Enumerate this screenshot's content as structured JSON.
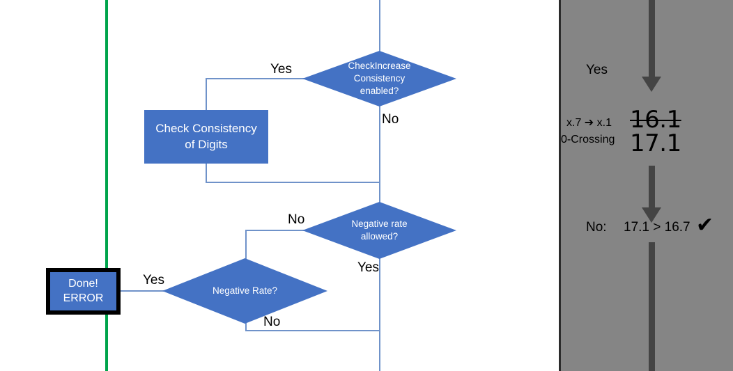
{
  "flowchart": {
    "decisions": [
      {
        "id": "check-increase-consistency",
        "line1": "CheckIncrease",
        "line2": "Consistency",
        "line3": "enabled?"
      },
      {
        "id": "negative-rate-allowed",
        "line1": "Negative rate",
        "line2": "allowed?"
      },
      {
        "id": "negative-rate",
        "line1": "Negative Rate?"
      }
    ],
    "processes": [
      {
        "id": "check-consistency-of-digits",
        "line1": "Check Consistency",
        "line2": "of Digits"
      },
      {
        "id": "done-error",
        "line1": "Done!",
        "line2": "ERROR"
      }
    ],
    "edge_labels": {
      "yes_check_increase": "Yes",
      "no_check_increase": "No",
      "no_negative_rate_allowed": "No",
      "yes_negative_rate_allowed": "Yes",
      "yes_negative_rate": "Yes",
      "no_negative_rate": "No"
    },
    "colors": {
      "shape_fill": "#4472C4",
      "connector": "#6f92c9",
      "marker_line": "#00A44B",
      "shape_text": "#FFFFFF"
    }
  },
  "panel": {
    "yes_label": "Yes",
    "rule_line1": "x.7 ➔ x.1",
    "rule_line2": "0-Crossing",
    "value_struck": "16.1",
    "value_result": "17.1",
    "comparison_prefix": "No:",
    "comparison_expr": "17.1 > 16.7",
    "check_mark": "✔",
    "colors": {
      "background": "#858585",
      "arrow": "#444444",
      "border": "#2B2B2B"
    }
  }
}
